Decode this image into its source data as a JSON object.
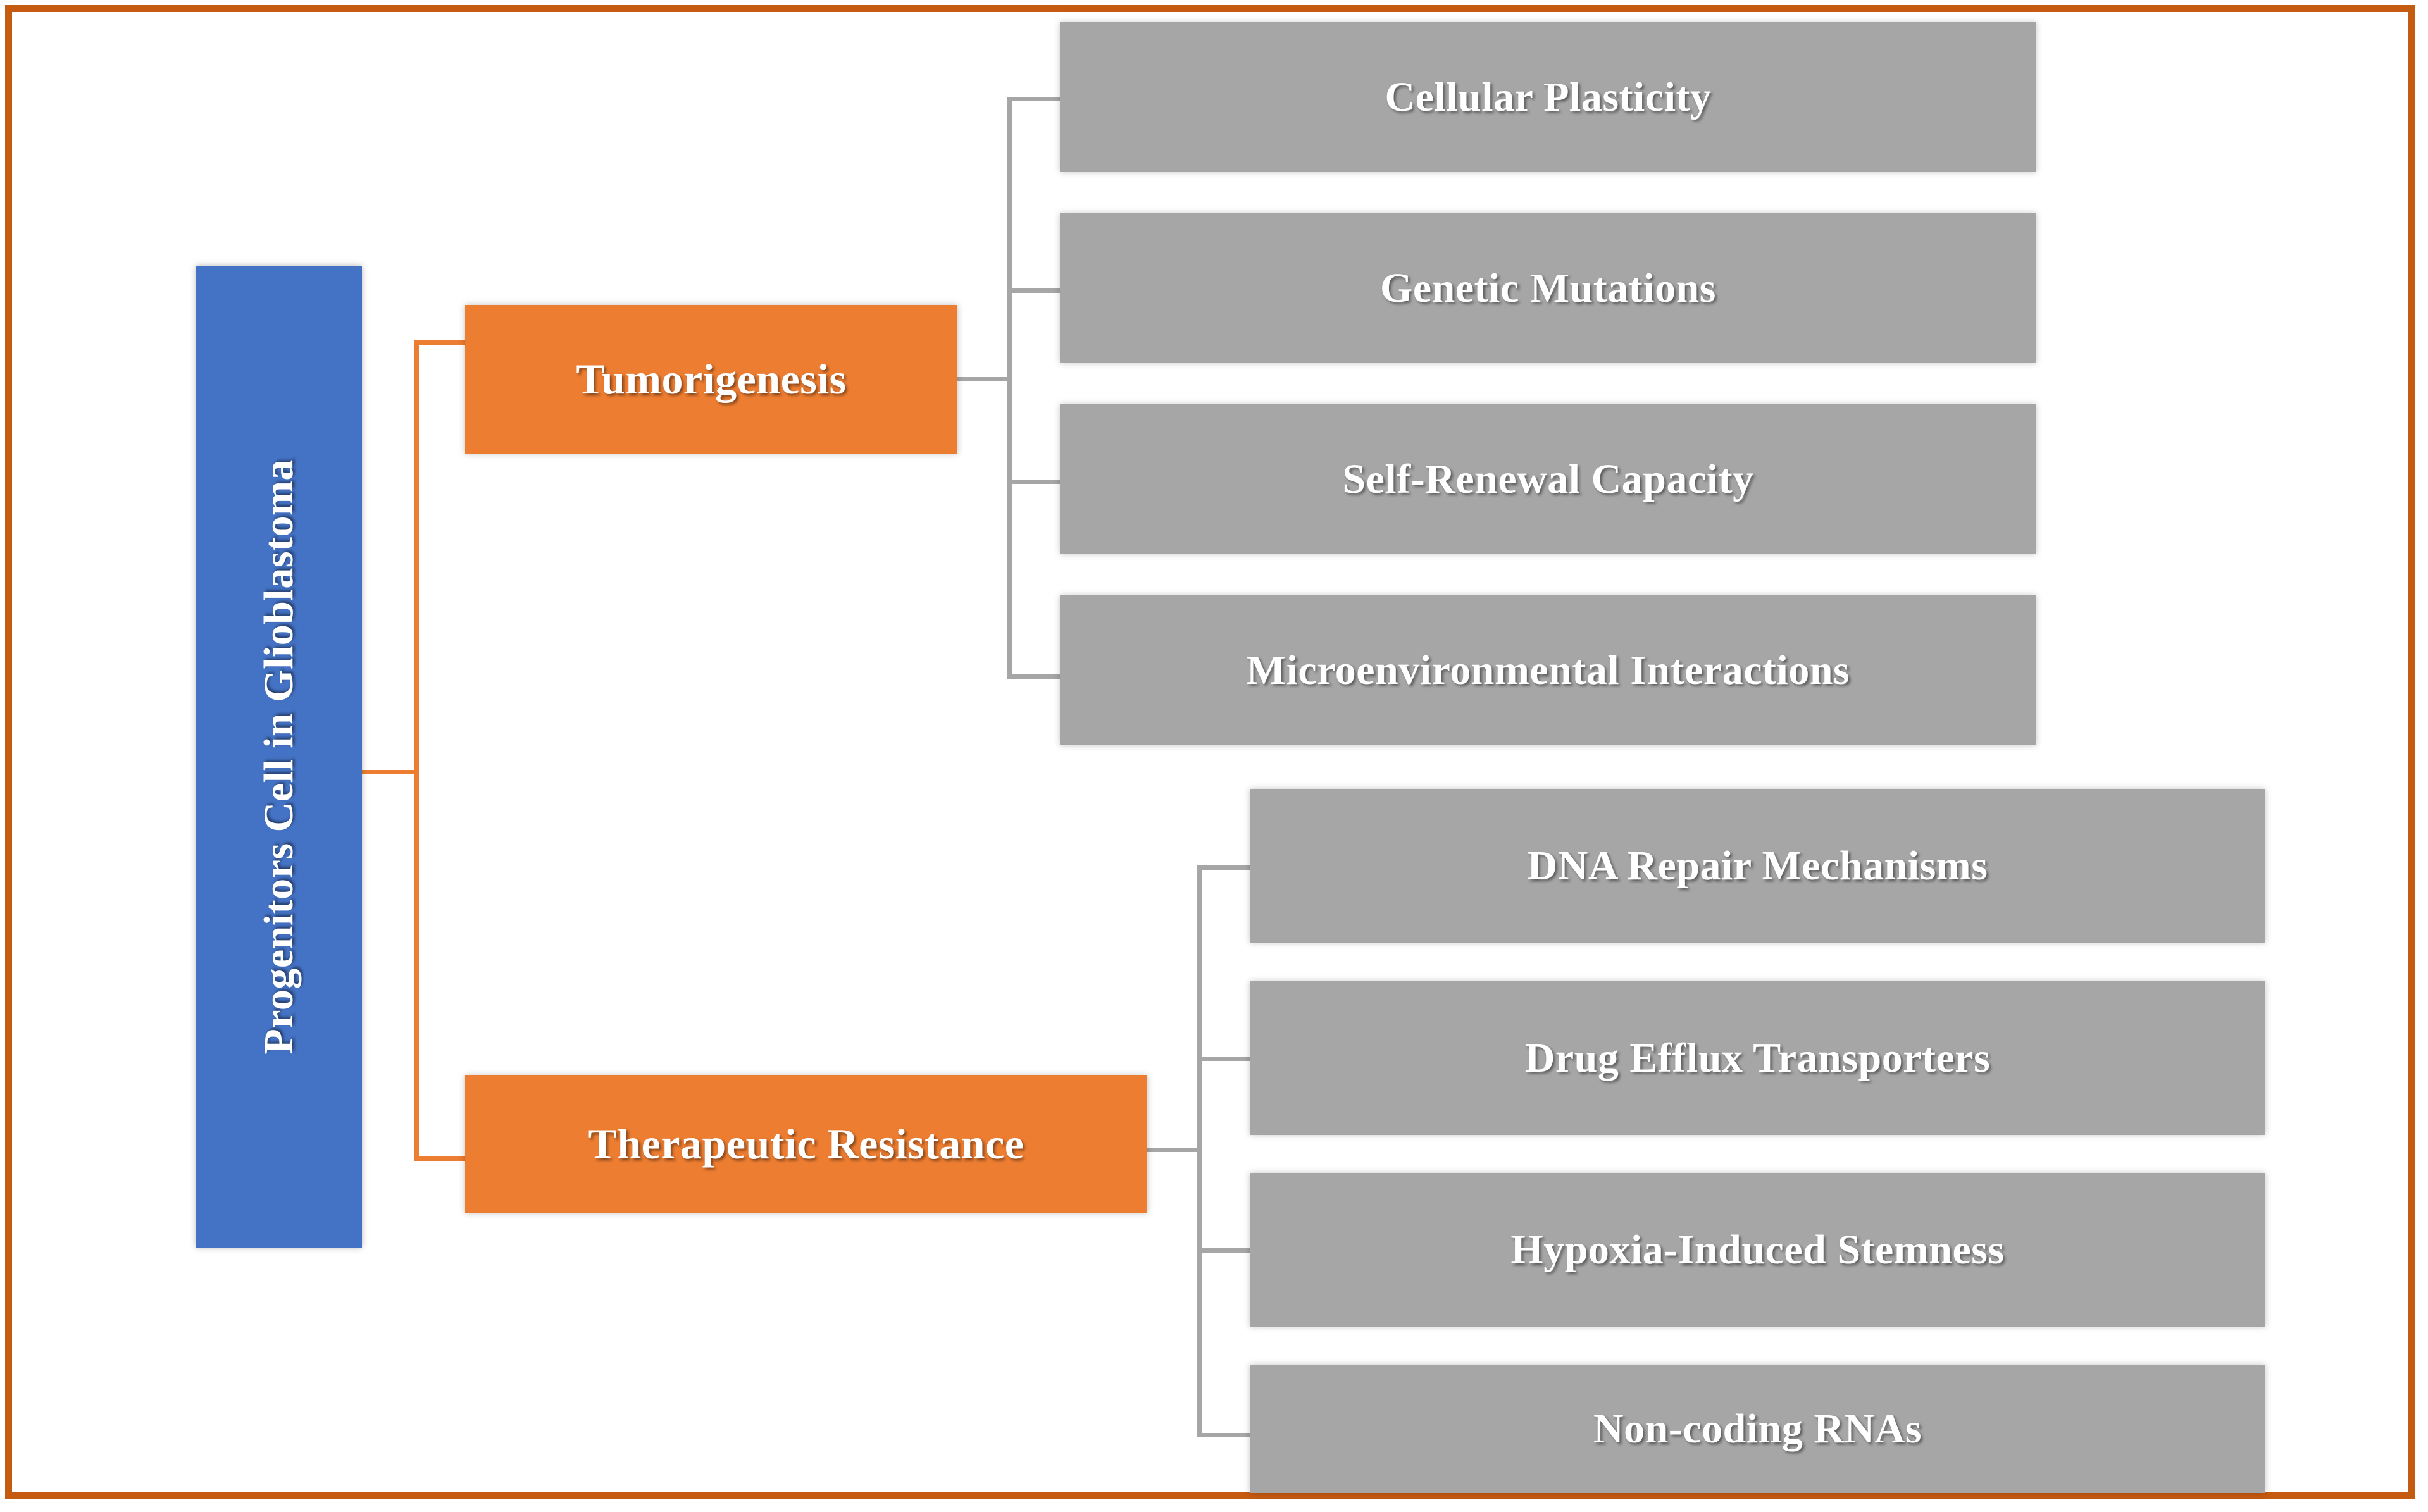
{
  "figure": {
    "type": "hierarchy-diagram",
    "border_color": "#C55A11",
    "background": "#ffffff"
  },
  "root": {
    "label": "Progenitors Cell in Glioblastoma",
    "color": "#4472C4",
    "orientation": "vertical-text"
  },
  "branches": [
    {
      "label": "Tumorigenesis",
      "color": "#ED7D31",
      "children": [
        {
          "label": "Cellular Plasticity",
          "color": "#A6A6A6"
        },
        {
          "label": "Genetic Mutations",
          "color": "#A6A6A6"
        },
        {
          "label": "Self-Renewal Capacity",
          "color": "#A6A6A6"
        },
        {
          "label": "Microenvironmental Interactions",
          "color": "#A6A6A6"
        }
      ]
    },
    {
      "label": "Therapeutic Resistance",
      "color": "#ED7D31",
      "children": [
        {
          "label": "DNA Repair Mechanisms",
          "color": "#A6A6A6"
        },
        {
          "label": "Drug Efflux Transporters",
          "color": "#A6A6A6"
        },
        {
          "label": "Hypoxia-Induced Stemness",
          "color": "#A6A6A6"
        },
        {
          "label": "Non-coding RNAs",
          "color": "#A6A6A6"
        }
      ]
    }
  ],
  "connector_colors": {
    "root_to_branch": "#ED7D31",
    "branch_to_leaf": "#A6A6A6"
  }
}
